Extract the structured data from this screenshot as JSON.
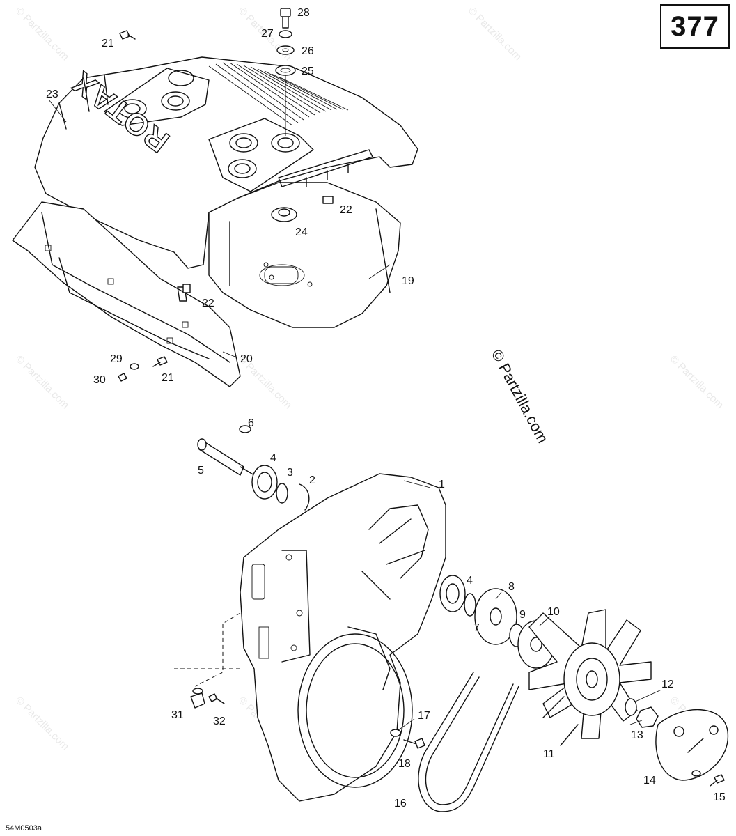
{
  "page_number": "377",
  "drawing_code": "54M0503a",
  "copyright": "© Partzilla.com",
  "watermark": "© Partzilla.com",
  "brand_mark": "ROTAX",
  "callouts": [
    {
      "id": "c1",
      "text": "1"
    },
    {
      "id": "c2",
      "text": "2"
    },
    {
      "id": "c3",
      "text": "3"
    },
    {
      "id": "c4a",
      "text": "4"
    },
    {
      "id": "c4b",
      "text": "4"
    },
    {
      "id": "c5",
      "text": "5"
    },
    {
      "id": "c6",
      "text": "6"
    },
    {
      "id": "c7",
      "text": "7"
    },
    {
      "id": "c8",
      "text": "8"
    },
    {
      "id": "c9",
      "text": "9"
    },
    {
      "id": "c10",
      "text": "10"
    },
    {
      "id": "c11",
      "text": "11"
    },
    {
      "id": "c12",
      "text": "12"
    },
    {
      "id": "c13",
      "text": "13"
    },
    {
      "id": "c14",
      "text": "14"
    },
    {
      "id": "c15",
      "text": "15"
    },
    {
      "id": "c16",
      "text": "16"
    },
    {
      "id": "c17",
      "text": "17"
    },
    {
      "id": "c18",
      "text": "18"
    },
    {
      "id": "c19",
      "text": "19"
    },
    {
      "id": "c20",
      "text": "20"
    },
    {
      "id": "c21a",
      "text": "21"
    },
    {
      "id": "c21b",
      "text": "21"
    },
    {
      "id": "c22a",
      "text": "22"
    },
    {
      "id": "c22b",
      "text": "22"
    },
    {
      "id": "c23",
      "text": "23"
    },
    {
      "id": "c24",
      "text": "24"
    },
    {
      "id": "c25",
      "text": "25"
    },
    {
      "id": "c26",
      "text": "26"
    },
    {
      "id": "c27",
      "text": "27"
    },
    {
      "id": "c28",
      "text": "28"
    },
    {
      "id": "c29",
      "text": "29"
    },
    {
      "id": "c30",
      "text": "30"
    },
    {
      "id": "c31",
      "text": "31"
    },
    {
      "id": "c32",
      "text": "32"
    }
  ]
}
